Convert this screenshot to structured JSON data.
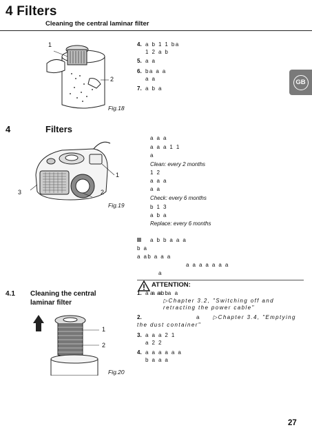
{
  "header": {
    "title": "4   Filters",
    "subtitle": "Cleaning the central laminar filter"
  },
  "figures": {
    "fig18": {
      "caption": "Fig.18",
      "label_1": "1",
      "label_2": "2"
    },
    "fig19": {
      "caption": "Fig.19",
      "label_1": "1",
      "label_2": "2",
      "label_3": "3"
    },
    "fig20": {
      "caption": "Fig.20",
      "label_1": "1",
      "label_2": "2"
    }
  },
  "top_steps": [
    {
      "num": "4.",
      "lines": [
        "a   b        1  1        ba",
        "1  2      a                b"
      ]
    },
    {
      "num": "5.",
      "lines": [
        "a                  a"
      ]
    },
    {
      "num": "6.",
      "lines": [
        "ba  a                 a",
        "a        a"
      ]
    },
    {
      "num": "7.",
      "lines": [
        "a   b       a"
      ]
    }
  ],
  "side_tab": {
    "label": "GB"
  },
  "section2": {
    "number": "4",
    "title": "Filters",
    "lines": [
      "a        a      a",
      "a  a  a          1  1",
      "a",
      "Clean: every 2 months",
      "1  2",
      "a    a  a",
      "a    a",
      "Check: every 6 months",
      "b                    1  3",
      "a                 b         a",
      "Replace: every 6 months"
    ],
    "bullet_lines": [
      "a   b       b        a                 a     a",
      "b                                             a",
      "a   ab              a   a  a",
      "a   a          a   a        a  a            a",
      "a"
    ],
    "attention_label": "ATTENTION:",
    "attention_text": "a     ab     a      a"
  },
  "section41": {
    "number": "4.1",
    "title": "Cleaning the central laminar filter",
    "steps": [
      {
        "num": "1.",
        "line1": "a      a          a      b",
        "ref": "▷Chapter 3.2, \"Switching off and retracting the power cable\""
      },
      {
        "num": "2.",
        "line1": "a",
        "ref": "▷Chapter 3.4, \"Emptying the dust container\""
      },
      {
        "num": "3.",
        "line1": "a  a   a             2   1",
        "line2": "a            2  2"
      },
      {
        "num": "4.",
        "line1": "a          a                     a  a  a              a",
        "line2": "b                                    a  a      a"
      }
    ]
  },
  "page_number": "27"
}
